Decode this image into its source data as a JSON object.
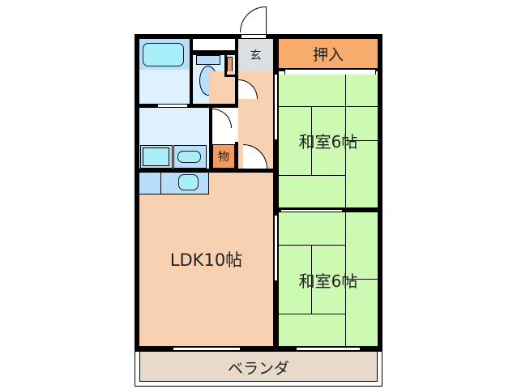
{
  "floorplan": {
    "rooms": {
      "ldk": {
        "label": "LDK10帖",
        "color": "#F7D1B2"
      },
      "washitsu_upper": {
        "label": "和室6帖",
        "color": "#CCFAB2"
      },
      "washitsu_lower": {
        "label": "和室6帖",
        "color": "#CCFAB2"
      },
      "oshiire": {
        "label": "押入",
        "color": "#F7AC6E"
      },
      "genkan": {
        "label": "玄",
        "color": "#DCDFE1"
      },
      "storage": {
        "label": "物",
        "color": "#F29B5C"
      },
      "veranda": {
        "label": "ベランダ",
        "color": "#E7DACB"
      },
      "bathroom": {
        "color": "#DDF1FE"
      },
      "toilet": {
        "color": "#DDF1FE"
      },
      "washroom": {
        "color": "#DDF1FE"
      },
      "corridor": {
        "color": "#F7D1B2"
      }
    },
    "colors": {
      "wall": "#000000",
      "fixture_blue": "#B7DEFB",
      "fixture_cyan": "#A8EEFB"
    }
  }
}
